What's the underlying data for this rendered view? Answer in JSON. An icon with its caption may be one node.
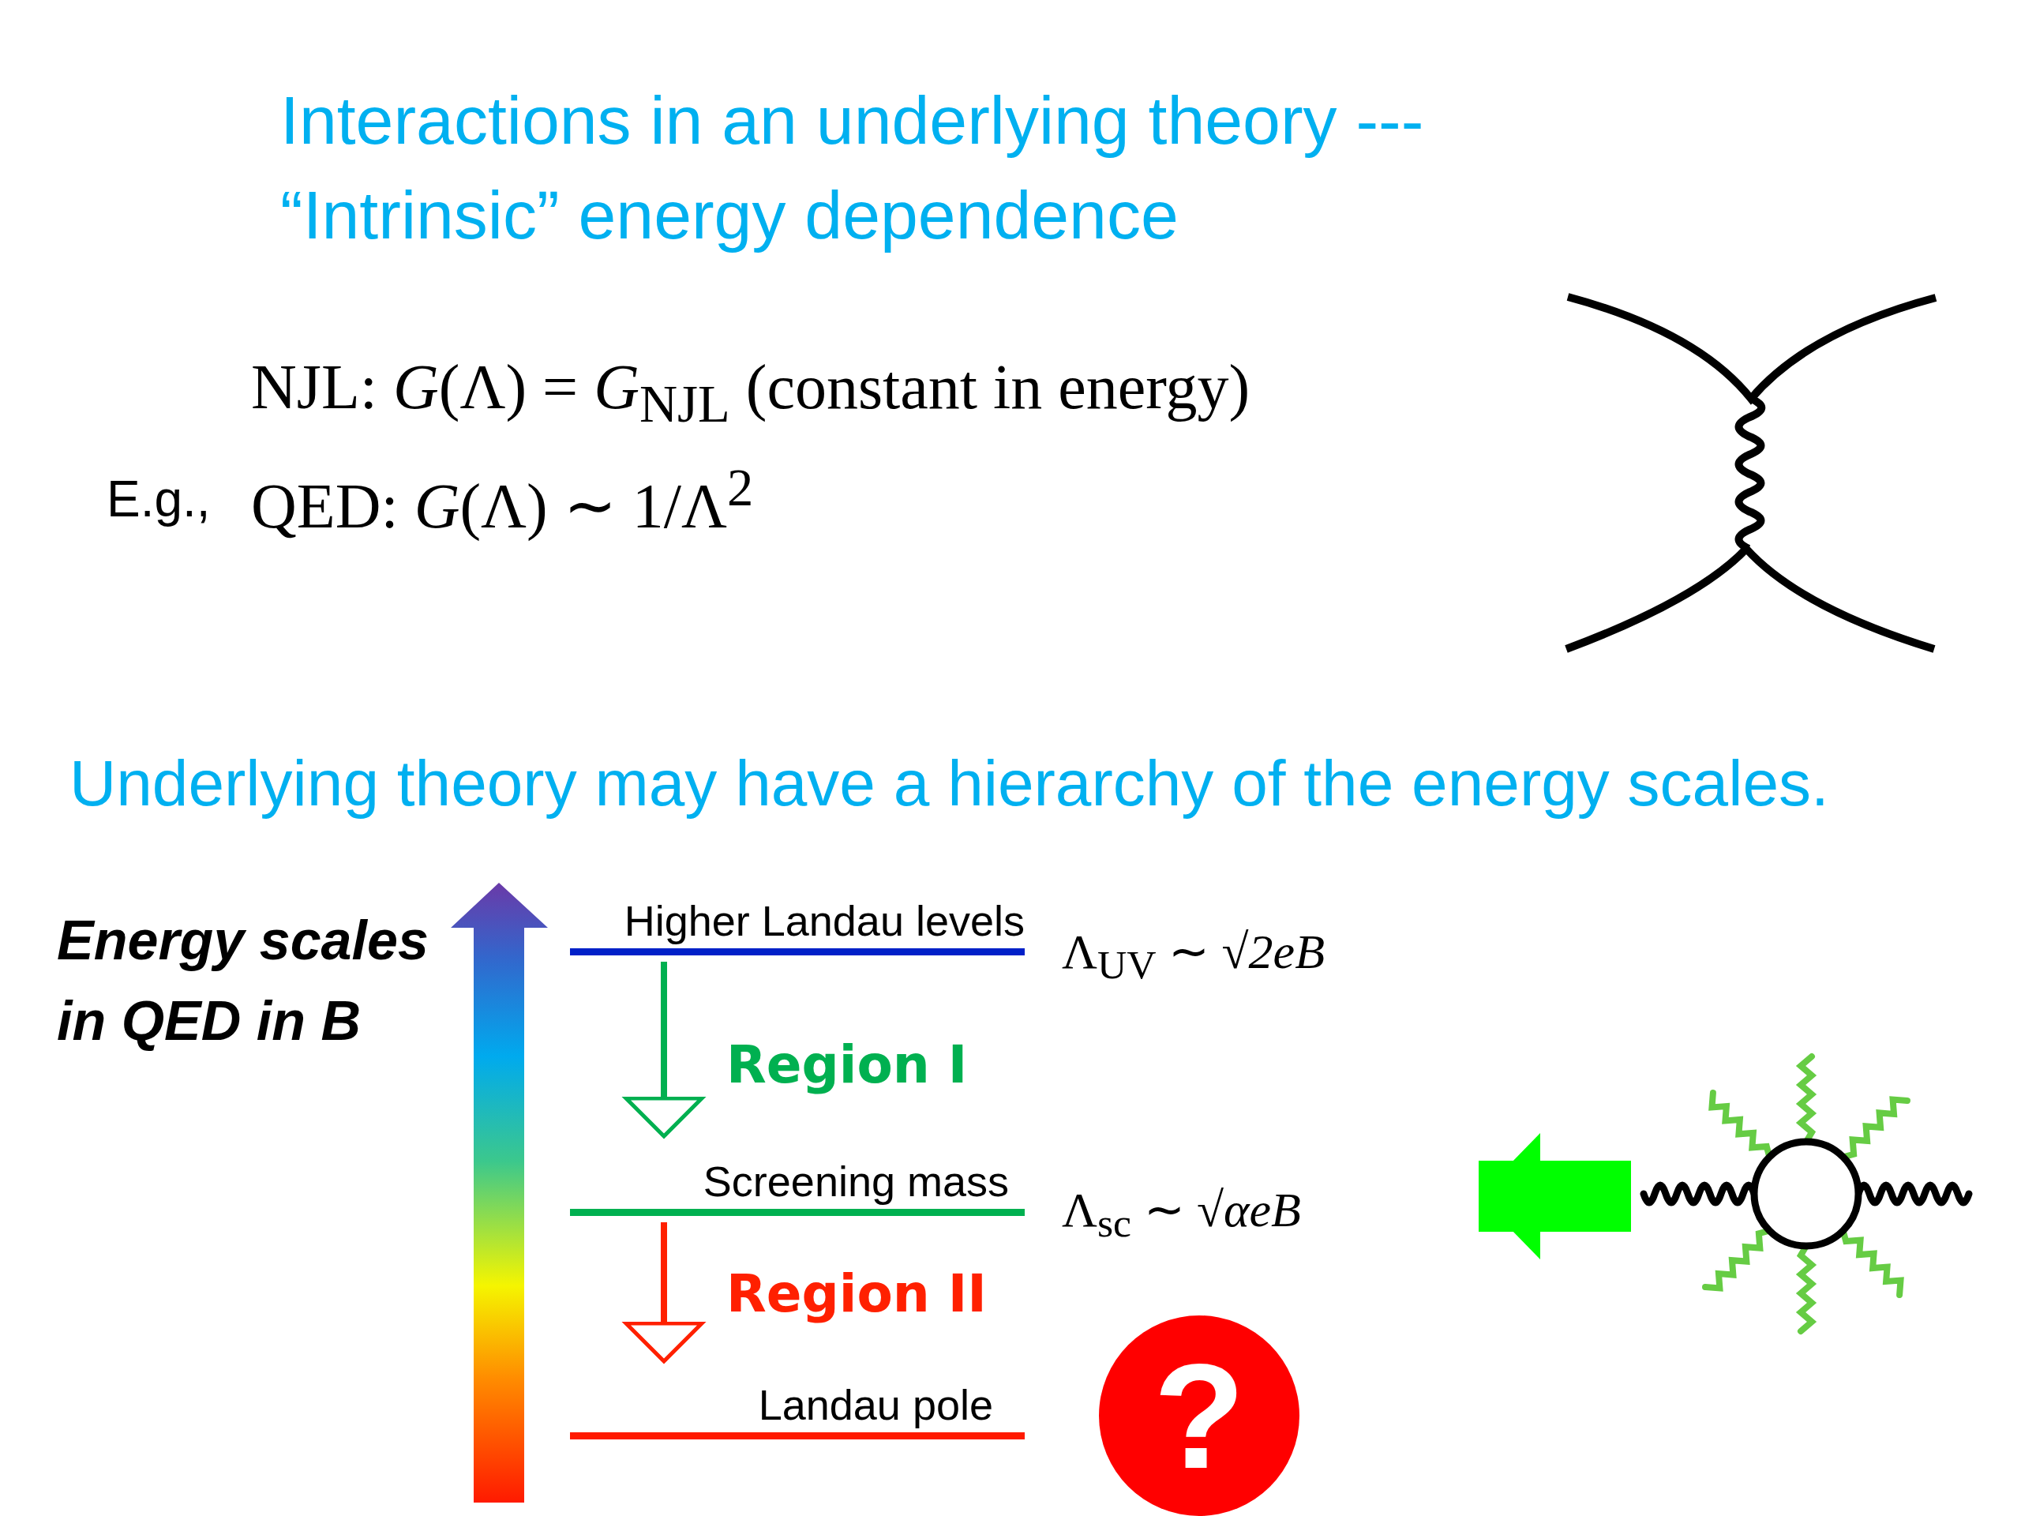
{
  "diagram": {
    "title": "Interactions in an underlying theory --- “Intrinsic” energy dependence",
    "nodes": [
      {
        "text": [
          "Higher Landau levels"
        ]
      },
      {
        "text": [
          "Screening mass"
        ]
      },
      {
        "text": [
          "Landau pole"
        ]
      },
      {
        "text": [
          "Λ$_{sc}$ ∼ √*αeB*"
        ]
      },
      {
        "text": [],
        "shape": "picture"
      },
      {
        "text": [
          "?"
        ]
      }
    ],
    "edges": [
      {
        "from": 0,
        "to": 1,
        "arrow": "to",
        "label": "Region I",
        "color": "#00b050"
      },
      {
        "from": 1,
        "to": 2,
        "arrow": "to",
        "label": "Region II",
        "color": "#ff2000"
      },
      {
        "from": 4,
        "to": 3,
        "arrow": "to",
        "style": "thick",
        "color": "#00ff00"
      }
    ],
    "labels": [
      "NJL: *G*(Λ) = *G*$_{NJL}$ (constant in energy)",
      "E.g.,",
      "QED: *G*(Λ) ∼ 1/Λ$^{2}$",
      "Underlying theory may have a hierarchy of the energy scales.",
      "Energy scales in QED in B",
      "Λ$_{UV}$ ∼ √*2eB*"
    ]
  }
}
